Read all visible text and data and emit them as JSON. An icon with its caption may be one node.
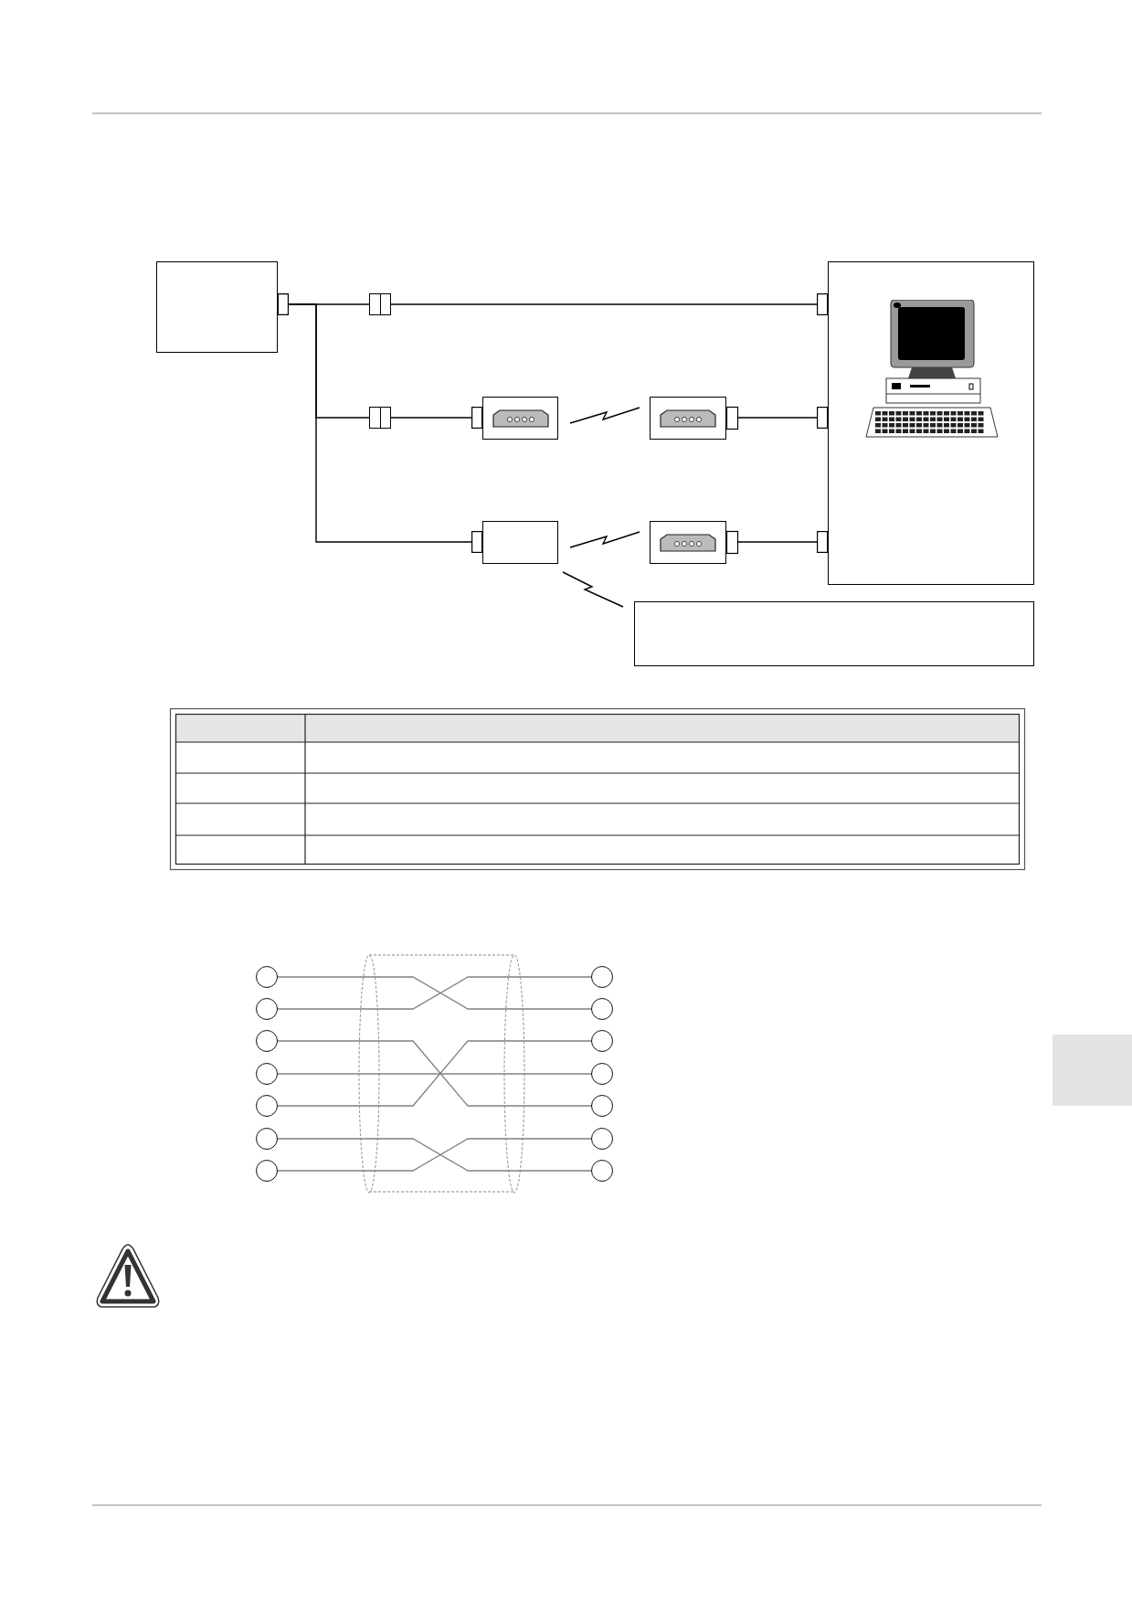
{
  "diagram": {
    "nodes": [
      {
        "text": [],
        "shape": "box"
      },
      {
        "text": [],
        "shape": "box"
      },
      {
        "text": [],
        "shape": "box"
      },
      {
        "text": [],
        "shape": "picture",
        "in": 2
      },
      {
        "text": [],
        "shape": "box"
      },
      {
        "text": [],
        "shape": "box"
      },
      {
        "text": [],
        "shape": "box"
      },
      {
        "text": [],
        "shape": "box"
      },
      {
        "text": [],
        "shape": "box"
      },
      {
        "text": [],
        "shape": "box"
      },
      {
        "text": [],
        "shape": "circle"
      },
      {
        "text": [],
        "shape": "circle"
      },
      {
        "text": [],
        "shape": "circle"
      },
      {
        "text": [],
        "shape": "circle"
      },
      {
        "text": [],
        "shape": "circle"
      },
      {
        "text": [],
        "shape": "circle"
      },
      {
        "text": [],
        "shape": "circle"
      },
      {
        "text": [],
        "shape": "circle"
      },
      {
        "text": [],
        "shape": "circle"
      },
      {
        "text": [],
        "shape": "circle"
      },
      {
        "text": [],
        "shape": "circle"
      },
      {
        "text": [],
        "shape": "circle"
      },
      {
        "text": [],
        "shape": "circle"
      },
      {
        "text": [],
        "shape": "circle"
      }
    ],
    "edges": [
      {
        "from": 1,
        "to": 0,
        "arrow": "other"
      },
      {
        "from": 4,
        "to": 0,
        "arrow": "other"
      },
      {
        "from": 0,
        "to": 7,
        "arrow": "other"
      },
      {
        "from": 1,
        "to": 2,
        "arrow": "other"
      },
      {
        "from": 4,
        "to": 5,
        "arrow": "other"
      },
      {
        "from": 5,
        "to": 6,
        "arrow": "none"
      },
      {
        "from": 6,
        "to": 2,
        "arrow": "other"
      },
      {
        "from": 7,
        "to": 8,
        "arrow": "none"
      },
      {
        "from": 8,
        "to": 2,
        "arrow": "other"
      },
      {
        "from": 7,
        "to": 9,
        "arrow": "none"
      },
      {
        "from": 10,
        "to": 18,
        "arrow": "none",
        "color": "#808080"
      },
      {
        "from": 11,
        "to": 17,
        "arrow": "none",
        "color": "#808080"
      },
      {
        "from": 12,
        "to": 21,
        "arrow": "none",
        "color": "#808080"
      },
      {
        "from": 13,
        "to": 20,
        "arrow": "none",
        "color": "#808080"
      },
      {
        "from": 14,
        "to": 19,
        "arrow": "none",
        "color": "#808080"
      },
      {
        "from": 15,
        "to": 23,
        "arrow": "none",
        "color": "#808080"
      },
      {
        "from": 16,
        "to": 22,
        "arrow": "none",
        "color": "#808080"
      }
    ]
  }
}
